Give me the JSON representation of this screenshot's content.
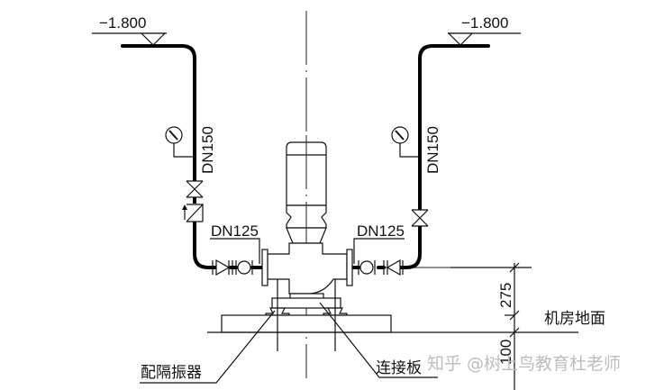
{
  "diagram": {
    "title": "Vertical pipeline pump installation detail",
    "elevations": {
      "left": "−1.800",
      "right": "−1.800"
    },
    "pipe_labels": {
      "left_riser": "DN150",
      "right_riser": "DN150",
      "left_branch": "DN125",
      "right_branch": "DN125"
    },
    "dimensions": {
      "upper": "275",
      "lower": "100"
    },
    "annotations": {
      "floor": "机房地面",
      "isolator": "配隔振器",
      "connector_plate": "连接板"
    },
    "components": [
      "pressure-gauge",
      "gate-valve",
      "check-valve",
      "flexible-joint",
      "motor",
      "pump-body",
      "inertia-base",
      "vibration-isolator"
    ],
    "watermark": "知乎 @树上鸟教育杜老师"
  }
}
